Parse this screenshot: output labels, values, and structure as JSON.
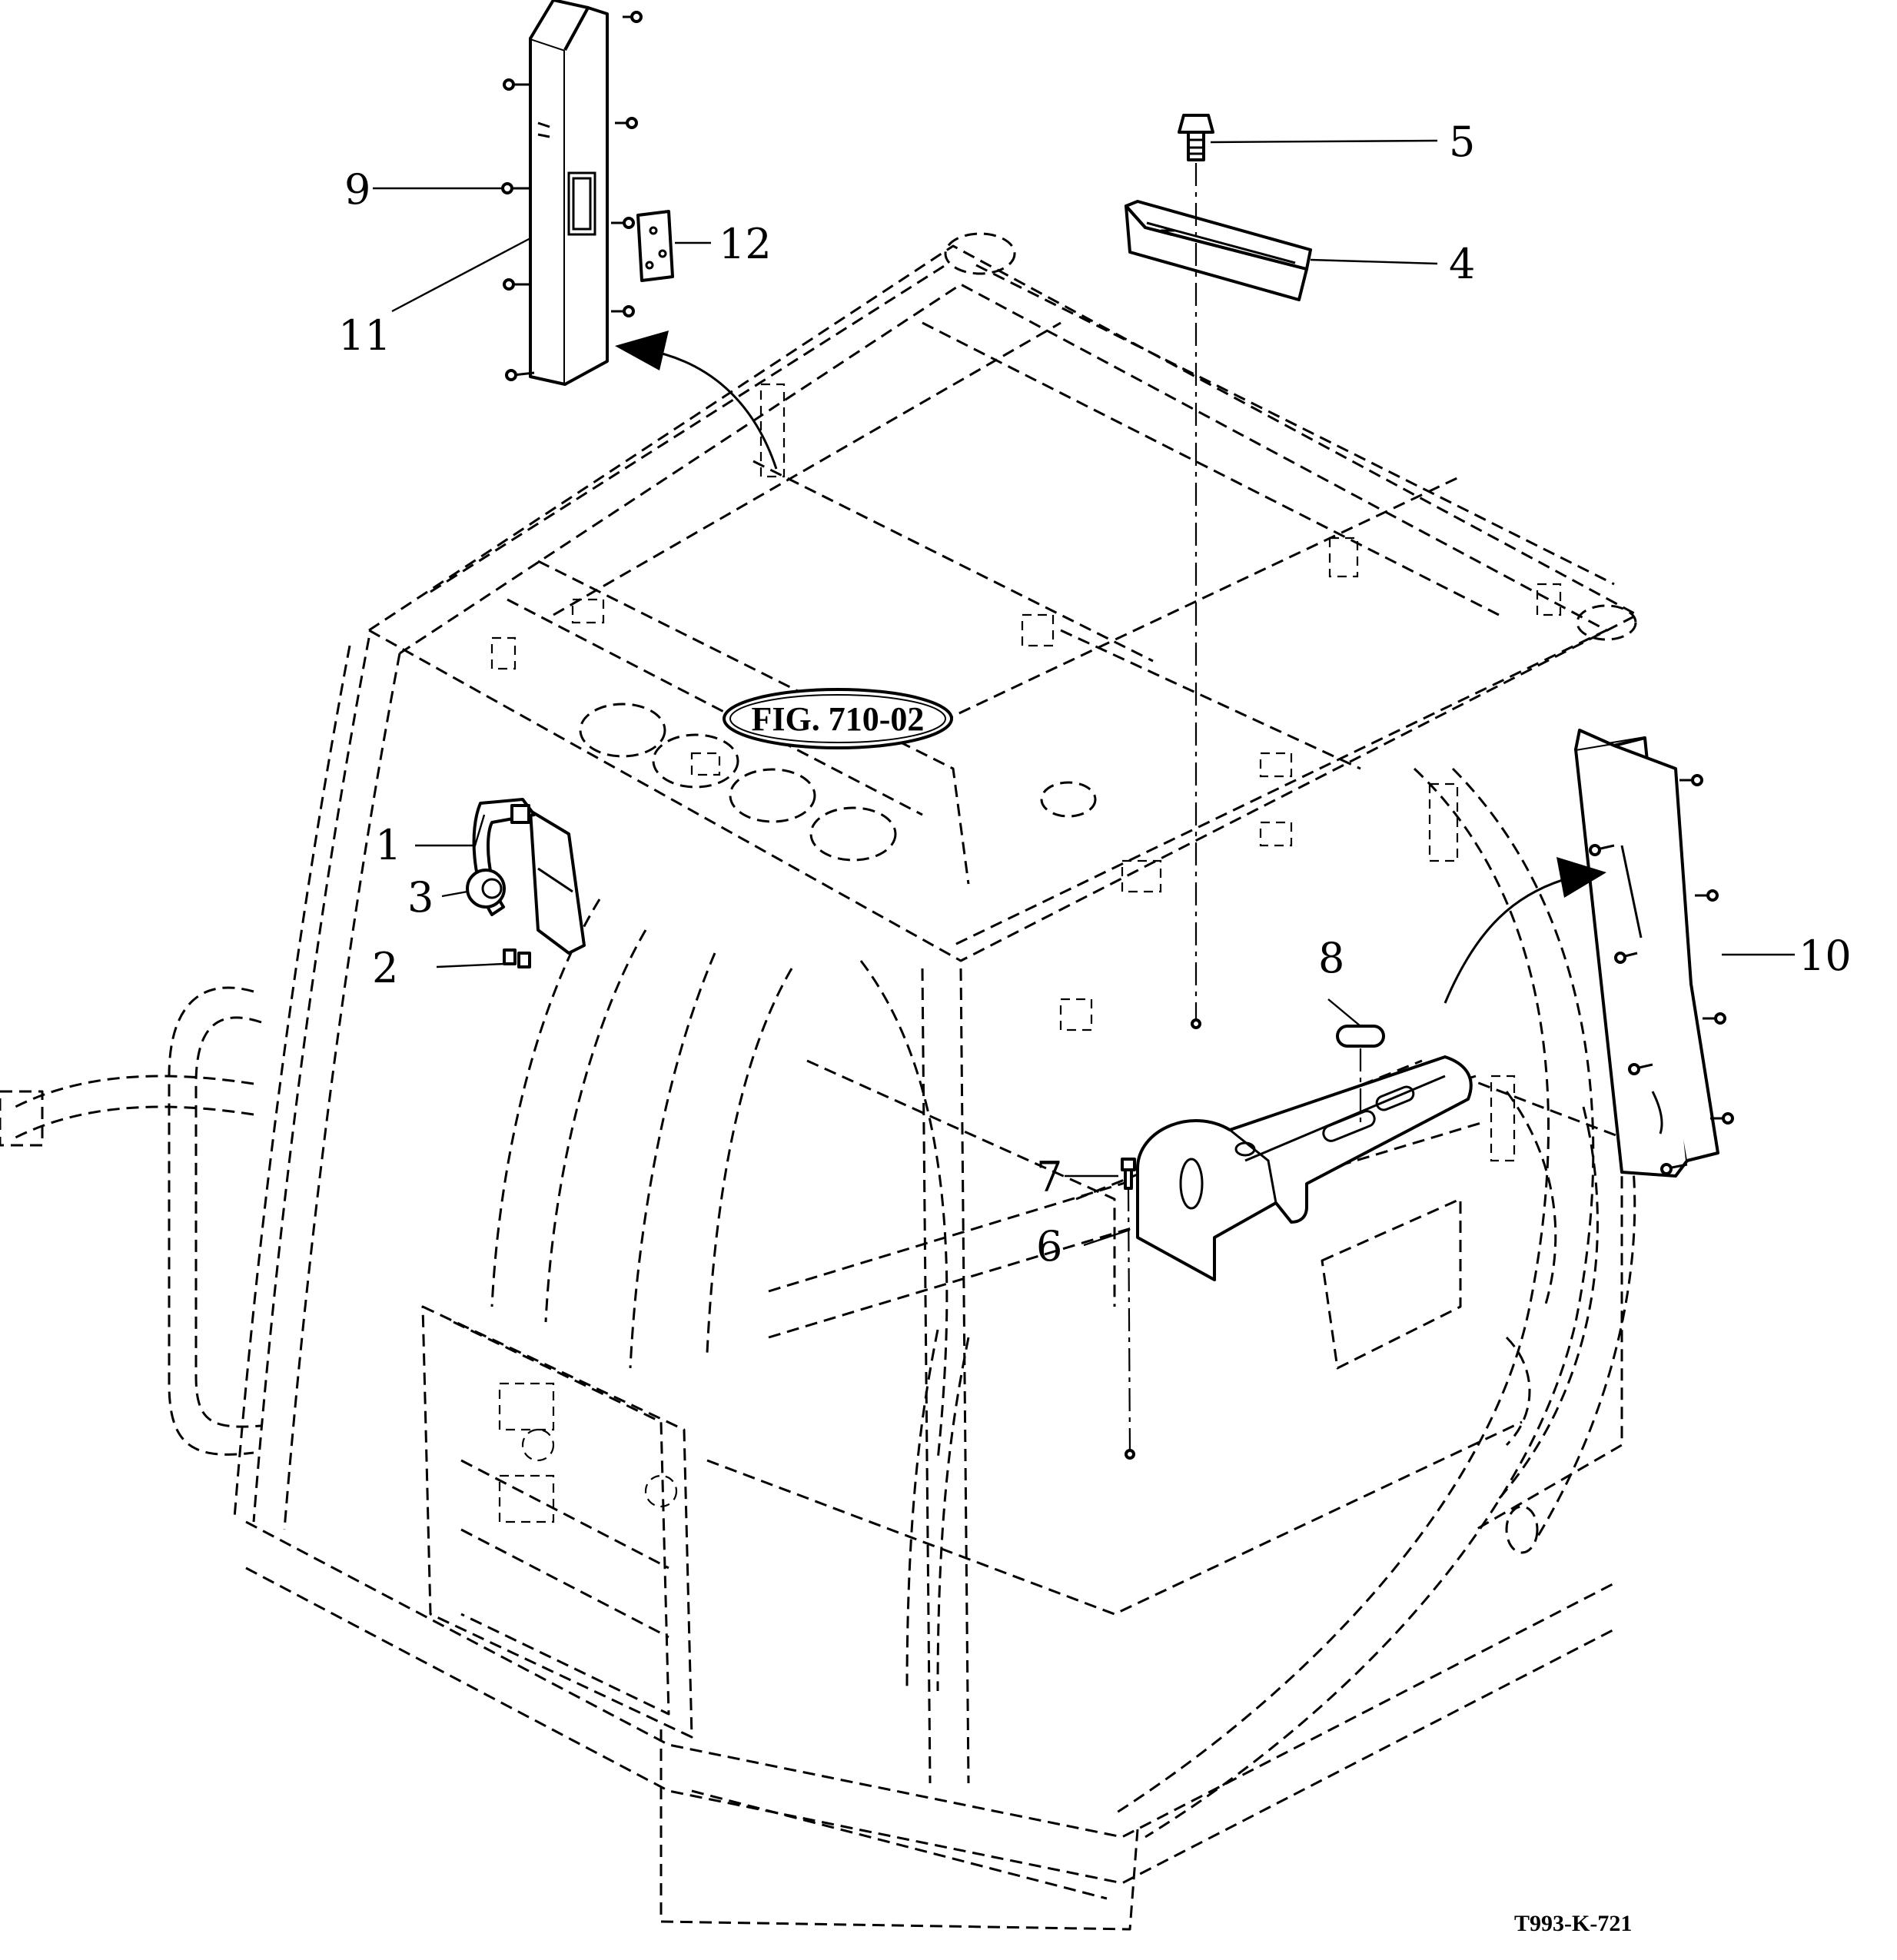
{
  "figure_reference": "FIG. 710-02",
  "drawing_number": "T993-K-721",
  "callouts": [
    {
      "id": "1",
      "label": "1"
    },
    {
      "id": "2",
      "label": "2"
    },
    {
      "id": "3",
      "label": "3"
    },
    {
      "id": "4",
      "label": "4"
    },
    {
      "id": "5",
      "label": "5"
    },
    {
      "id": "6",
      "label": "6"
    },
    {
      "id": "7",
      "label": "7"
    },
    {
      "id": "8",
      "label": "8"
    },
    {
      "id": "9",
      "label": "9"
    },
    {
      "id": "10",
      "label": "10"
    },
    {
      "id": "11",
      "label": "11"
    },
    {
      "id": "12",
      "label": "12"
    }
  ]
}
